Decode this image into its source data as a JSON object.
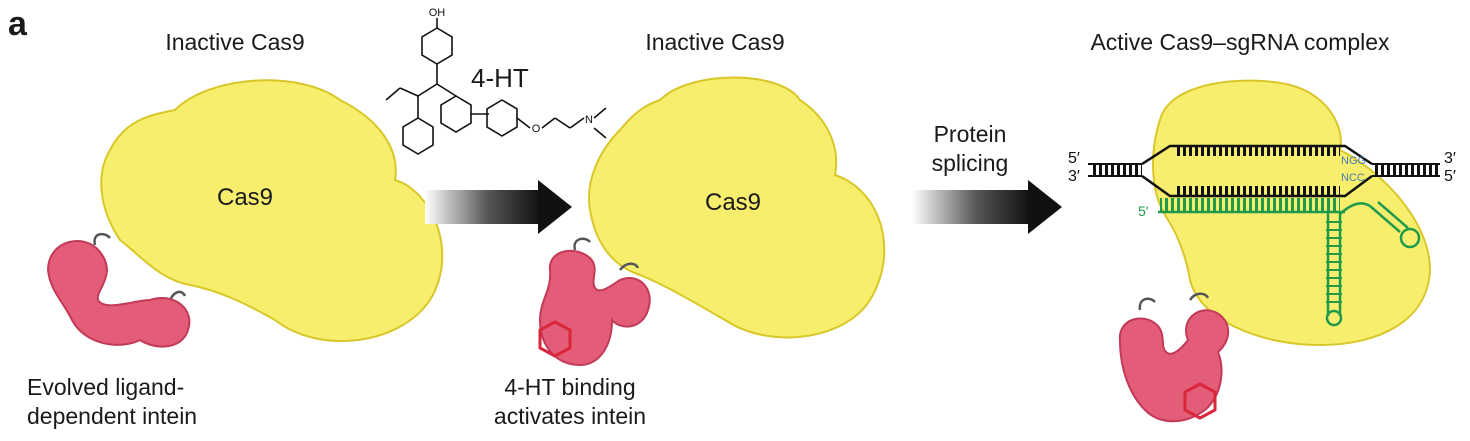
{
  "panel_label": "a",
  "titles": {
    "inactive_left": "Inactive Cas9",
    "inactive_middle": "Inactive Cas9",
    "active_right": "Active Cas9–sgRNA complex"
  },
  "molecule": {
    "name": "4-HT",
    "hydroxyl": "OH",
    "oxygen": "O",
    "nitrogen": "N"
  },
  "protein_labels": {
    "cas9_left": "Cas9",
    "cas9_middle": "Cas9"
  },
  "arrow_label": [
    "Protein",
    "splicing"
  ],
  "captions": {
    "left": [
      "Evolved ligand-",
      "dependent intein"
    ],
    "middle": [
      "4-HT binding",
      "activates intein"
    ]
  },
  "dna": {
    "left_top": "5′",
    "left_bottom": "3′",
    "right_top": "3′",
    "right_bottom": "5′",
    "pam_top": "NGG",
    "pam_bottom": "NCC",
    "rna_end": "5′"
  },
  "colors": {
    "cas9_fill": "#f7ee6e",
    "cas9_stroke": "#d9c629",
    "intein_fill": "#e35d78",
    "intein_stroke": "#c23a57",
    "hexagon": "#d9263b",
    "sgrna": "#1f9a4a",
    "pam": "#4a7fb0",
    "arrow": "#111111"
  }
}
